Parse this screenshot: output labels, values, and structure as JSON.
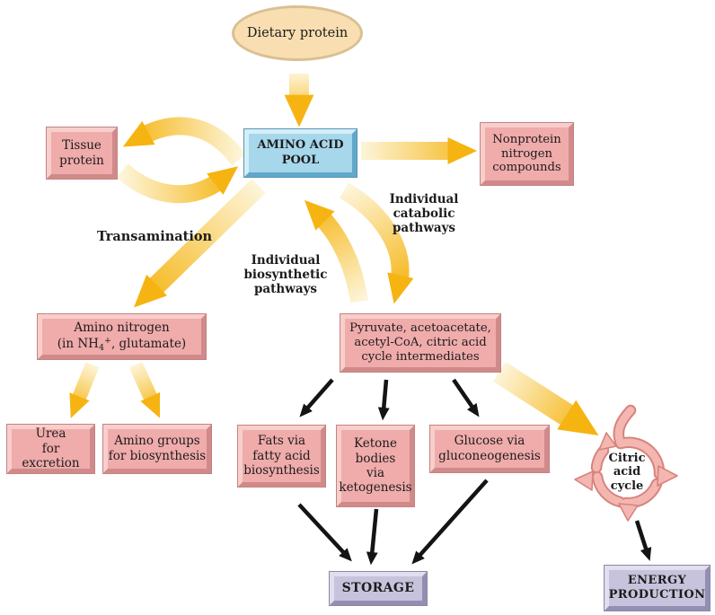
{
  "colors": {
    "box_pink": "#f0abab",
    "box_blue": "#a6d7eb",
    "box_lavender": "#c7c3dc",
    "oval_tan": "#f8deb0",
    "arrow_gold": "#f5b411",
    "arrow_pale_gold": "#fdf5da",
    "arrow_black": "#141414",
    "citric_pink": "#f4b6b1",
    "citric_outline": "#d8837d"
  },
  "nodes": {
    "dietary_protein": {
      "lines": [
        "Dietary protein"
      ]
    },
    "amino_acid_pool": {
      "lines": [
        "AMINO ACID",
        "POOL"
      ]
    },
    "tissue_protein": {
      "lines": [
        "Tissue",
        "protein"
      ]
    },
    "nonprotein_nitrogen": {
      "lines": [
        "Nonprotein",
        "nitrogen",
        "compounds"
      ]
    },
    "amino_nitrogen": {
      "line1": "Amino nitrogen",
      "line2_pre": "(in NH",
      "line2_sub": "4",
      "line2_sup": "+",
      "line2_post": ", glutamate)"
    },
    "urea": {
      "lines": [
        "Urea",
        "for excretion"
      ]
    },
    "amino_groups": {
      "lines": [
        "Amino groups",
        "for biosynthesis"
      ]
    },
    "pyruvate": {
      "lines": [
        "Pyruvate, acetoacetate,",
        "acetyl-CoA, citric acid",
        "cycle intermediates"
      ]
    },
    "fats": {
      "lines": [
        "Fats via",
        "fatty acid",
        "biosynthesis"
      ]
    },
    "ketone_bodies": {
      "lines": [
        "Ketone",
        "bodies",
        "via",
        "ketogenesis"
      ]
    },
    "glucose": {
      "lines": [
        "Glucose via",
        "gluconeogenesis"
      ]
    },
    "citric_acid_cycle": {
      "lines": [
        "Citric",
        "acid",
        "cycle"
      ]
    },
    "storage": {
      "lines": [
        "STORAGE"
      ]
    },
    "energy_production": {
      "lines": [
        "ENERGY",
        "PRODUCTION"
      ]
    }
  },
  "labels": {
    "transamination": "Transamination",
    "biosynthetic": {
      "lines": [
        "Individual",
        "biosynthetic",
        "pathways"
      ]
    },
    "catabolic": {
      "lines": [
        "Individual",
        "catabolic",
        "pathways"
      ]
    }
  },
  "flows": [
    {
      "from": "dietary_protein",
      "to": "amino_acid_pool",
      "style": "gold"
    },
    {
      "from": "amino_acid_pool",
      "to": "tissue_protein",
      "style": "gold-curved"
    },
    {
      "from": "tissue_protein",
      "to": "amino_acid_pool",
      "style": "gold-curved"
    },
    {
      "from": "amino_acid_pool",
      "to": "nonprotein_nitrogen",
      "style": "gold"
    },
    {
      "from": "amino_acid_pool",
      "to": "amino_nitrogen",
      "style": "gold",
      "label": "Transamination"
    },
    {
      "from": "amino_acid_pool",
      "to": "pyruvate",
      "style": "gold-curved",
      "label": "Individual catabolic pathways"
    },
    {
      "from": "pyruvate",
      "to": "amino_acid_pool",
      "style": "gold-curved",
      "label": "Individual biosynthetic pathways"
    },
    {
      "from": "amino_nitrogen",
      "to": "urea",
      "style": "gold"
    },
    {
      "from": "amino_nitrogen",
      "to": "amino_groups",
      "style": "gold"
    },
    {
      "from": "pyruvate",
      "to": "citric_acid_cycle",
      "style": "gold"
    },
    {
      "from": "pyruvate",
      "to": "fats",
      "style": "black"
    },
    {
      "from": "pyruvate",
      "to": "ketone_bodies",
      "style": "black"
    },
    {
      "from": "pyruvate",
      "to": "glucose",
      "style": "black"
    },
    {
      "from": "fats",
      "to": "storage",
      "style": "black"
    },
    {
      "from": "ketone_bodies",
      "to": "storage",
      "style": "black"
    },
    {
      "from": "glucose",
      "to": "storage",
      "style": "black"
    },
    {
      "from": "citric_acid_cycle",
      "to": "energy_production",
      "style": "black"
    }
  ]
}
